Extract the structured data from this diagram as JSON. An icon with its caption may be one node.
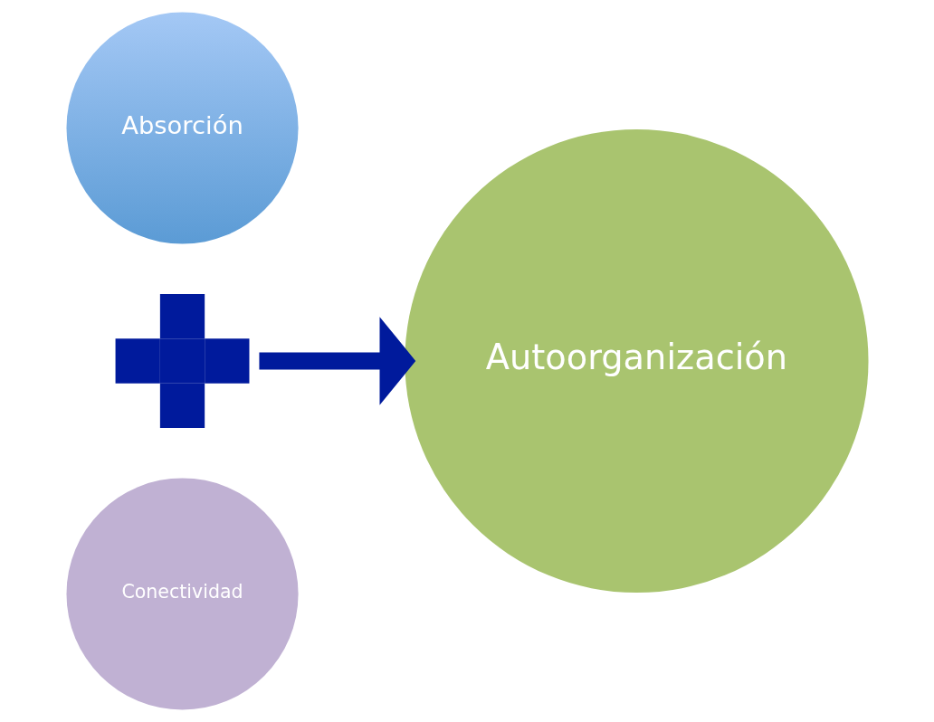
{
  "diagram": {
    "nodes": [
      {
        "text": [
          "Absorción"
        ]
      },
      {
        "text": [],
        "shape": "plus"
      },
      {
        "text": [
          "Conectividad"
        ]
      },
      {
        "text": [
          "Autoorganización"
        ]
      }
    ],
    "edges": [
      {
        "from": 1,
        "to": 3,
        "arrow": "to"
      }
    ]
  }
}
